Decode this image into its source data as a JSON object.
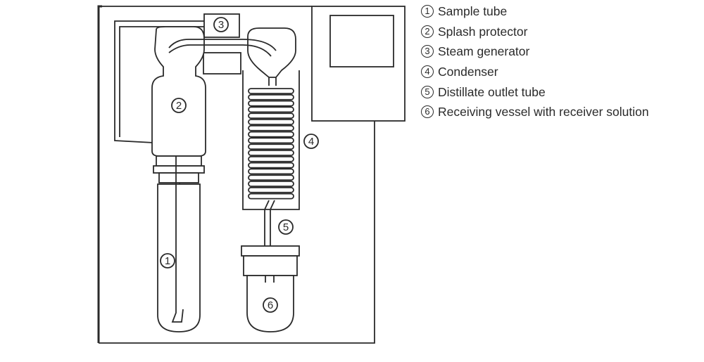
{
  "callouts": [
    "1",
    "2",
    "3",
    "4",
    "5",
    "6"
  ],
  "legend": [
    {
      "num": "1",
      "label": "Sample tube"
    },
    {
      "num": "2",
      "label": "Splash protector"
    },
    {
      "num": "3",
      "label": "Steam generator"
    },
    {
      "num": "4",
      "label": "Condenser"
    },
    {
      "num": "5",
      "label": "Distillate outlet tube"
    },
    {
      "num": "6",
      "label": "Receiving vessel with receiver solution"
    }
  ]
}
